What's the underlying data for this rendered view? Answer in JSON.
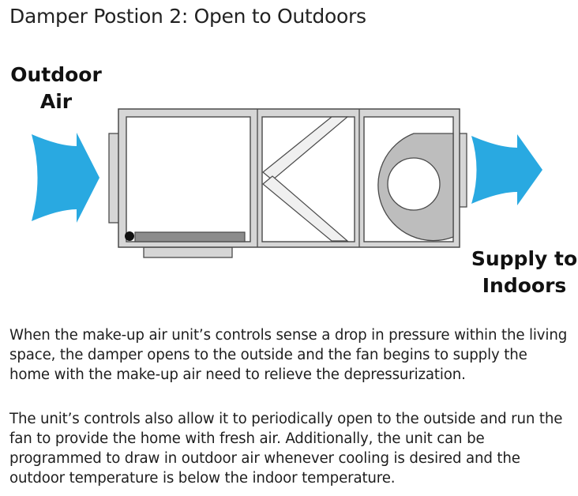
{
  "title": "Damper Postion 2: Open to Outdoors",
  "labels": {
    "outdoor_line1": "Outdoor",
    "outdoor_line2": "Air",
    "supply_line1": "Supply to",
    "supply_line2": "Indoors"
  },
  "paragraphs": [
    "When the make-up air unit’s controls sense a drop in pressure within the living space, the damper opens to the outside and the fan begins to supply the home with the make-up air need to relieve the depressurization.",
    "The unit’s controls also allow it to periodically open to the outside and run the fan to provide the home with fresh air. Additionally, the unit can be programmed to draw in outdoor air whenever cooling is desired and the outdoor temperature is below the indoor temperature."
  ],
  "colors": {
    "arrow": "#29a9e1",
    "housing": "#d6d6d6",
    "outline": "#4a4a4a",
    "damper_bar": "#8c8c8c",
    "filter": "#f0f0f0",
    "fan": "#bdbdbd"
  }
}
